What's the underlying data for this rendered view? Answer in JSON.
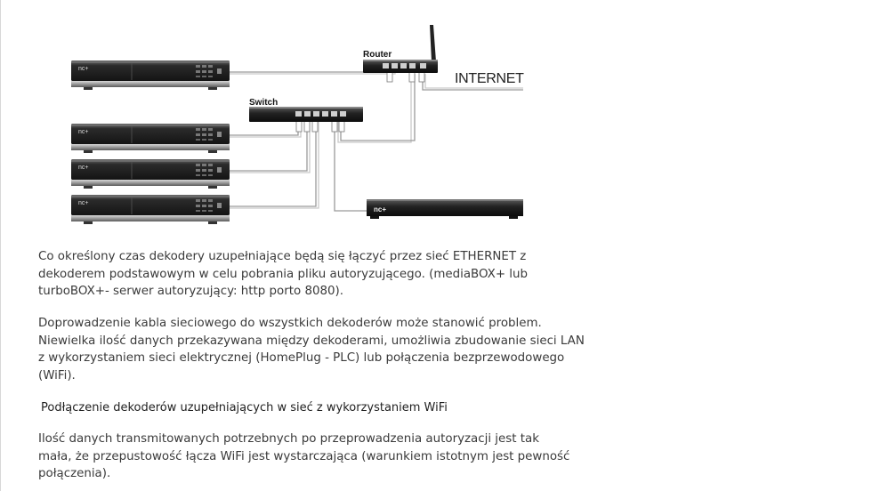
{
  "diagram": {
    "router_label": "Router",
    "switch_label": "Switch",
    "internet_label": "INTERNET",
    "decoder_brand": "nc+"
  },
  "content": {
    "paragraph1": "Co określony czas dekodery uzupełniające będą się  łączyć przez sieć ETHERNET  z dekoderem podstawowym w celu pobrania pliku autoryzującego. (mediaBOX+ lub turboBOX+- serwer autoryzujący: http porto 8080).",
    "paragraph2": "Doprowadzenie kabla sieciowego do wszystkich dekoderów może stanowić problem. Niewielka ilość danych przekazywana między dekoderami, umożliwia zbudowanie sieci LAN z wykorzystaniem sieci elektrycznej (HomePlug - PLC) lub połączenia bezprzewodowego (WiFi).",
    "heading": "Podłączenie dekoderów uzupełniających w sieć z wykorzystaniem WiFi",
    "paragraph3": "Ilość danych transmitowanych potrzebnych po przeprowadzenia autoryzacji jest tak mała, że przepustowość łącza WiFi jest wystarczająca (warunkiem istotnym jest pewność połączenia)."
  }
}
